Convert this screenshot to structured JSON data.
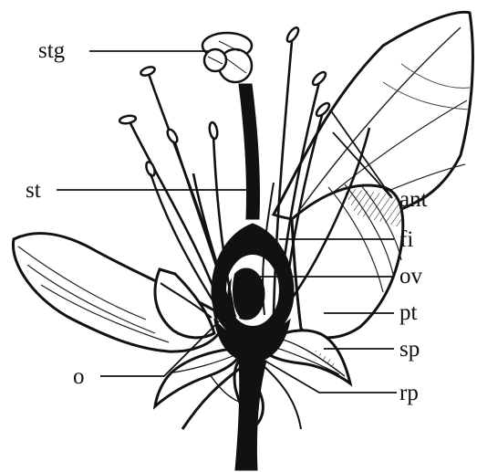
{
  "labels": {
    "stg": "stg",
    "st": "st",
    "o": "o",
    "ant": "ant",
    "fi": "fi",
    "ov": "ov",
    "pt": "pt",
    "sp": "sp",
    "rp": "rp"
  },
  "colors": {
    "ink": "#111111",
    "paper": "#ffffff"
  }
}
